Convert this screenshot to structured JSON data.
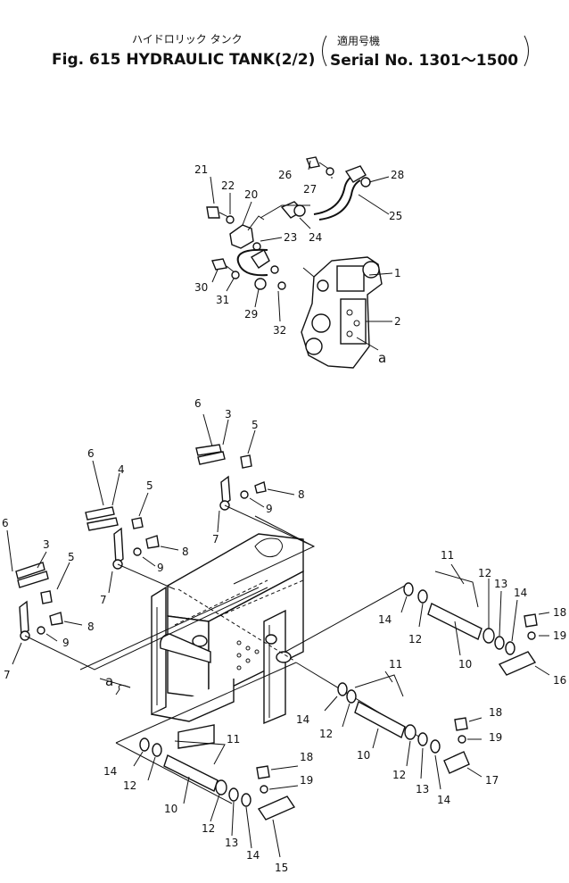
{
  "header": {
    "japanese_title": "ハイドロリック タンク",
    "japanese_serial_label": "適用号機",
    "figure_title": "Fig. 615 HYDRAULIC TANK(2/2)",
    "serial_range": "Serial No. 1301～1500"
  },
  "callouts": [
    {
      "id": "c1",
      "text": "1"
    },
    {
      "id": "c2",
      "text": "2"
    },
    {
      "id": "ca1",
      "text": "a"
    },
    {
      "id": "c20",
      "text": "20"
    },
    {
      "id": "c21",
      "text": "21"
    },
    {
      "id": "c22",
      "text": "22"
    },
    {
      "id": "c23",
      "text": "23"
    },
    {
      "id": "c24",
      "text": "24"
    },
    {
      "id": "c25",
      "text": "25"
    },
    {
      "id": "c26",
      "text": "26"
    },
    {
      "id": "c27",
      "text": "27"
    },
    {
      "id": "c28",
      "text": "28"
    },
    {
      "id": "c29",
      "text": "29"
    },
    {
      "id": "c30",
      "text": "30"
    },
    {
      "id": "c31",
      "text": "31"
    },
    {
      "id": "c32",
      "text": "32"
    },
    {
      "id": "c6a",
      "text": "6"
    },
    {
      "id": "c3a",
      "text": "3"
    },
    {
      "id": "c5a",
      "text": "5"
    },
    {
      "id": "c8a",
      "text": "8"
    },
    {
      "id": "c9a",
      "text": "9"
    },
    {
      "id": "c7a",
      "text": "7"
    },
    {
      "id": "c6b",
      "text": "6"
    },
    {
      "id": "c4b",
      "text": "4"
    },
    {
      "id": "c5b",
      "text": "5"
    },
    {
      "id": "c8b",
      "text": "8"
    },
    {
      "id": "c9b",
      "text": "9"
    },
    {
      "id": "c7b",
      "text": "7"
    },
    {
      "id": "c6c",
      "text": "6"
    },
    {
      "id": "c3c",
      "text": "3"
    },
    {
      "id": "c5c",
      "text": "5"
    },
    {
      "id": "c8c",
      "text": "8"
    },
    {
      "id": "c9c",
      "text": "9"
    },
    {
      "id": "c7c",
      "text": "7"
    },
    {
      "id": "ca2",
      "text": "a"
    },
    {
      "id": "c11a",
      "text": "11"
    },
    {
      "id": "c12a",
      "text": "12"
    },
    {
      "id": "c13a",
      "text": "13"
    },
    {
      "id": "c14a",
      "text": "14"
    },
    {
      "id": "c14a2",
      "text": "14"
    },
    {
      "id": "c12a2",
      "text": "12"
    },
    {
      "id": "c10a",
      "text": "10"
    },
    {
      "id": "c18a",
      "text": "18"
    },
    {
      "id": "c19a",
      "text": "19"
    },
    {
      "id": "c16a",
      "text": "16"
    },
    {
      "id": "c11b",
      "text": "11"
    },
    {
      "id": "c14b",
      "text": "14"
    },
    {
      "id": "c12b",
      "text": "12"
    },
    {
      "id": "c10b",
      "text": "10"
    },
    {
      "id": "c12b2",
      "text": "12"
    },
    {
      "id": "c13b",
      "text": "13"
    },
    {
      "id": "c14b2",
      "text": "14"
    },
    {
      "id": "c18b",
      "text": "18"
    },
    {
      "id": "c19b",
      "text": "19"
    },
    {
      "id": "c17b",
      "text": "17"
    },
    {
      "id": "c11c",
      "text": "11"
    },
    {
      "id": "c14c",
      "text": "14"
    },
    {
      "id": "c12c",
      "text": "12"
    },
    {
      "id": "c10c",
      "text": "10"
    },
    {
      "id": "c12c2",
      "text": "12"
    },
    {
      "id": "c13c",
      "text": "13"
    },
    {
      "id": "c14c2",
      "text": "14"
    },
    {
      "id": "c18c",
      "text": "18"
    },
    {
      "id": "c19c",
      "text": "19"
    },
    {
      "id": "c15c",
      "text": "15"
    }
  ]
}
